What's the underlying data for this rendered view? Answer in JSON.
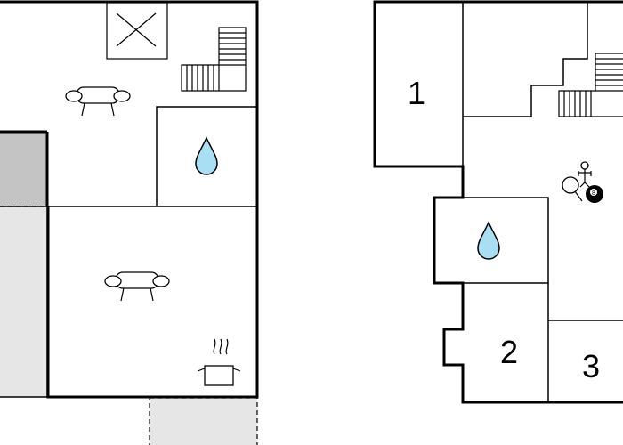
{
  "floors": [
    {
      "rooms": [
        {
          "label": ""
        },
        {
          "label": ""
        },
        {
          "label": ""
        },
        {
          "label": ""
        }
      ],
      "icons": [
        "window-cross-icon",
        "stairs-icon",
        "sofa-icon",
        "water-drop-icon",
        "sofa-icon",
        "cooking-pot-icon"
      ]
    },
    {
      "rooms": [
        {
          "label": "1"
        },
        {
          "label": "2"
        },
        {
          "label": "3"
        }
      ],
      "icons": [
        "stairs-icon",
        "table-football-icon",
        "ping-pong-icon",
        "billiard-ball-icon",
        "water-drop-icon"
      ]
    }
  ],
  "colors": {
    "wall": "#000000",
    "water": "#a9dff2",
    "exterior": "#e6e6e6",
    "garage": "#c4c4c4"
  },
  "billiard_ball_number": "8"
}
